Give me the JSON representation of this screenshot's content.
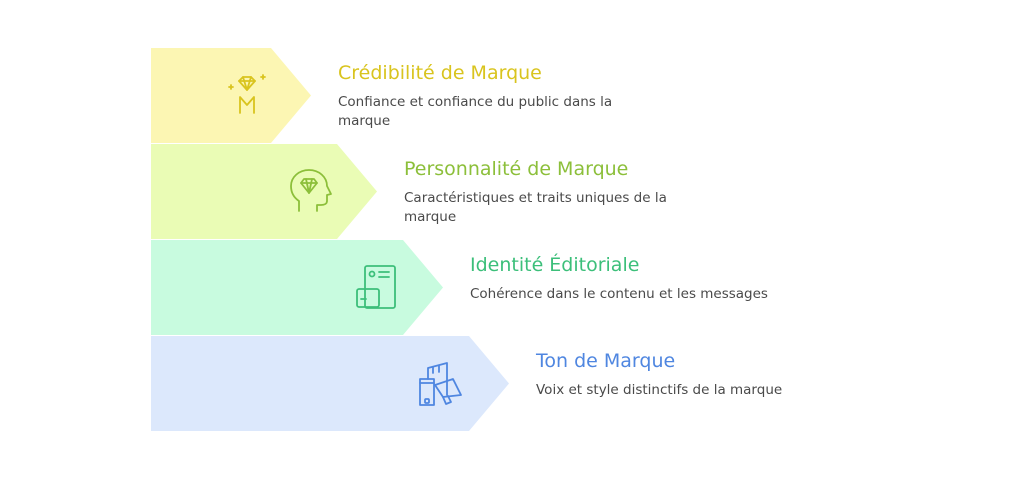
{
  "steps": [
    {
      "title": "Crédibilité de Marque",
      "description": "Confiance et confiance du public dans la marque",
      "icon": "diamond-person-icon",
      "fill": "#fcf6b3",
      "accent": "#d9c41e"
    },
    {
      "title": "Personnalité de Marque",
      "description": "Caractéristiques et traits uniques de la marque",
      "icon": "head-diamond-icon",
      "fill": "#eafcb5",
      "accent": "#8cbf3a"
    },
    {
      "title": "Identité Éditoriale",
      "description": "Cohérence dans le contenu et les messages",
      "icon": "id-card-icon",
      "fill": "#c8fbdf",
      "accent": "#3cbf7a"
    },
    {
      "title": "Ton de Marque",
      "description": "Voix et style distinctifs de la marque",
      "icon": "megaphone-phone-icon",
      "fill": "#dce8fc",
      "accent": "#4f86e0"
    }
  ]
}
